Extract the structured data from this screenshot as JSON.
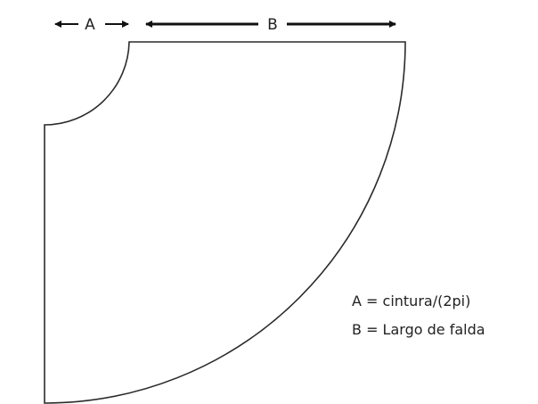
{
  "dimensions": {
    "a": {
      "label": "A"
    },
    "b": {
      "label": "B"
    }
  },
  "legend": {
    "line_a": "A = cintura/(2pi)",
    "line_b": "B = Largo de falda"
  },
  "colors": {
    "outline": "#2a2a2a",
    "arrow": "#111111",
    "text": "#222222"
  }
}
